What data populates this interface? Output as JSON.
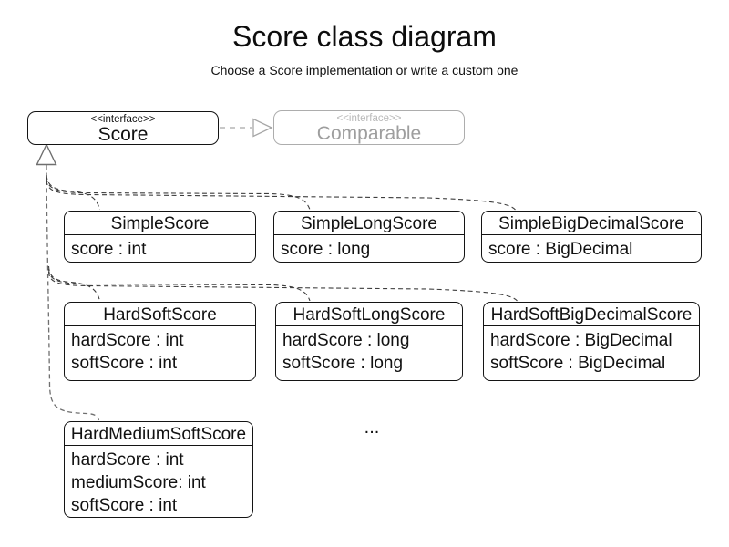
{
  "title": "Score class diagram",
  "subtitle": "Choose a Score implementation or write a custom one",
  "interfaces": {
    "score": {
      "stereotype": "<<interface>>",
      "name": "Score"
    },
    "comparable": {
      "stereotype": "<<interface>>",
      "name": "Comparable"
    }
  },
  "classes": [
    {
      "name": "SimpleScore",
      "attributes": [
        "score : int"
      ]
    },
    {
      "name": "SimpleLongScore",
      "attributes": [
        "score : long"
      ]
    },
    {
      "name": "SimpleBigDecimalScore",
      "attributes": [
        "score : BigDecimal"
      ]
    },
    {
      "name": "HardSoftScore",
      "attributes": [
        "hardScore : int",
        "softScore : int"
      ]
    },
    {
      "name": "HardSoftLongScore",
      "attributes": [
        "hardScore : long",
        "softScore : long"
      ]
    },
    {
      "name": "HardSoftBigDecimalScore",
      "attributes": [
        "hardScore : BigDecimal",
        "softScore : BigDecimal"
      ]
    },
    {
      "name": "HardMediumSoftScore",
      "attributes": [
        "hardScore : int",
        "mediumScore: int",
        "softScore : int"
      ]
    }
  ],
  "ellipsis": "...",
  "colors": {
    "text": "#111111",
    "box_border": "#141414",
    "muted_border": "#adadad",
    "muted_text": "#9e9e9e",
    "edge": "#3d3d3d",
    "trunk_edge": "#6f6f6f",
    "background": "#ffffff"
  }
}
